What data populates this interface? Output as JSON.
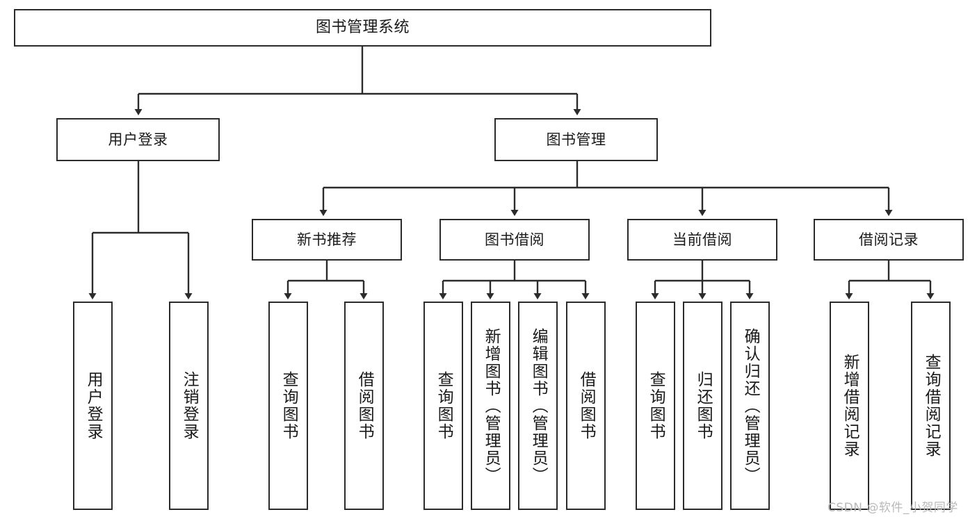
{
  "diagram": {
    "title": "图书管理系统",
    "type": "tree-structure-chart",
    "stroke_color": "#2b2b2b",
    "background_color": "#ffffff",
    "text_color": "#1a1a1a"
  },
  "nodes": {
    "root": {
      "label": "图书管理系统"
    },
    "level2": [
      {
        "label": "用户登录"
      },
      {
        "label": "图书管理"
      }
    ],
    "level3": [
      {
        "label": "新书推荐"
      },
      {
        "label": "图书借阅"
      },
      {
        "label": "当前借阅"
      },
      {
        "label": "借阅记录"
      }
    ],
    "leaves_user_login": [
      {
        "label": "用户登录"
      },
      {
        "label": "注销登录"
      }
    ],
    "leaves_new_books": [
      {
        "label": "查询图书"
      },
      {
        "label": "借阅图书"
      }
    ],
    "leaves_borrow": [
      {
        "label": "查询图书"
      },
      {
        "label": "新增图书（管理员）"
      },
      {
        "label": "编辑图书（管理员）"
      },
      {
        "label": "借阅图书"
      }
    ],
    "leaves_current": [
      {
        "label": "查询图书"
      },
      {
        "label": "归还图书"
      },
      {
        "label": "确认归还（管理员）"
      }
    ],
    "leaves_records": [
      {
        "label": "新增借阅记录"
      },
      {
        "label": "查询借阅记录"
      }
    ]
  },
  "watermark": {
    "text": "CSDN @软件_小贺同学"
  }
}
